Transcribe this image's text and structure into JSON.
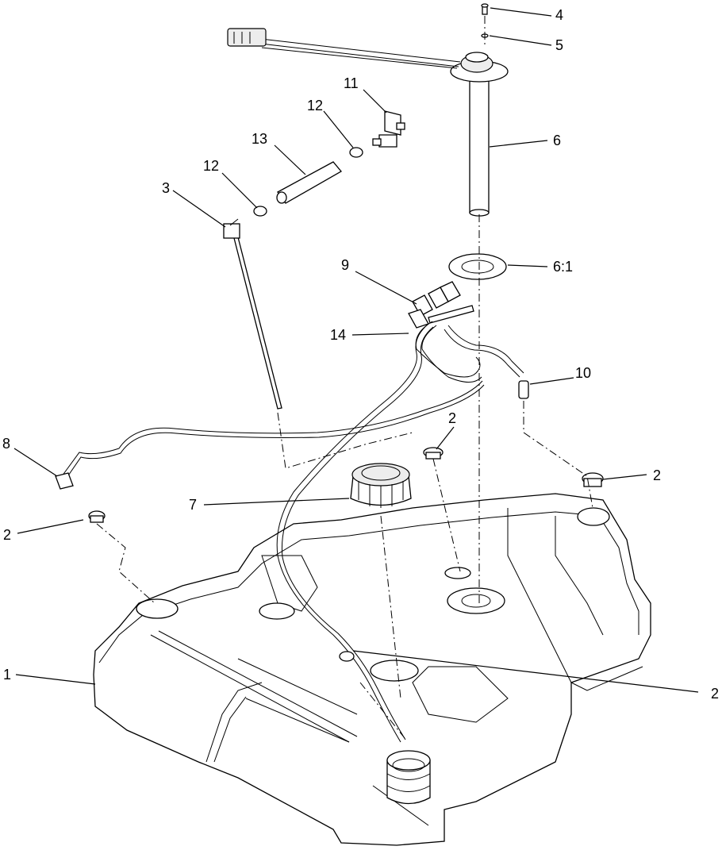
{
  "callouts": {
    "c1": "1",
    "c2a": "2",
    "c2b": "2",
    "c2c": "2",
    "c2d": "2",
    "c3": "3",
    "c4": "4",
    "c5": "5",
    "c6": "6",
    "c6_1": "6:1",
    "c7": "7",
    "c8": "8",
    "c9": "9",
    "c10": "10",
    "c11": "11",
    "c12a": "12",
    "c12b": "12",
    "c13": "13",
    "c14": "14"
  }
}
